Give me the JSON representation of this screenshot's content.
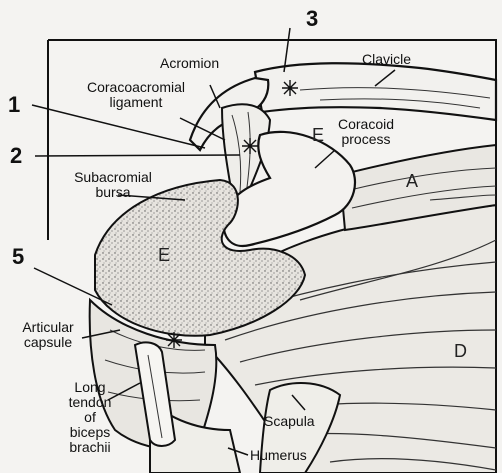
{
  "title": "",
  "callouts": [
    "1",
    "2",
    "3",
    "5"
  ],
  "labels": {
    "acromion": "Acromion",
    "clavicle": "Clavicle",
    "coracoacromial_ligament": [
      "Coracoacromial",
      "ligament"
    ],
    "coracoid_process": [
      "Coracoid",
      "process"
    ],
    "subacromial_bursa": [
      "Subacromial",
      "bursa"
    ],
    "articular_capsule": [
      "Articular",
      "capsule"
    ],
    "long_tendon": [
      "Long",
      "tendon",
      "of",
      "biceps",
      "brachii"
    ],
    "scapula": "Scapula",
    "humerus": "Humerus"
  },
  "region_letters": {
    "bursa": "E",
    "coracoid": "E",
    "upper_muscle": "A",
    "lower_muscle": "D"
  },
  "colors": {
    "ink": "#111111",
    "paper": "#f4f3f1",
    "bursa_fill": "#d9d5ce"
  }
}
